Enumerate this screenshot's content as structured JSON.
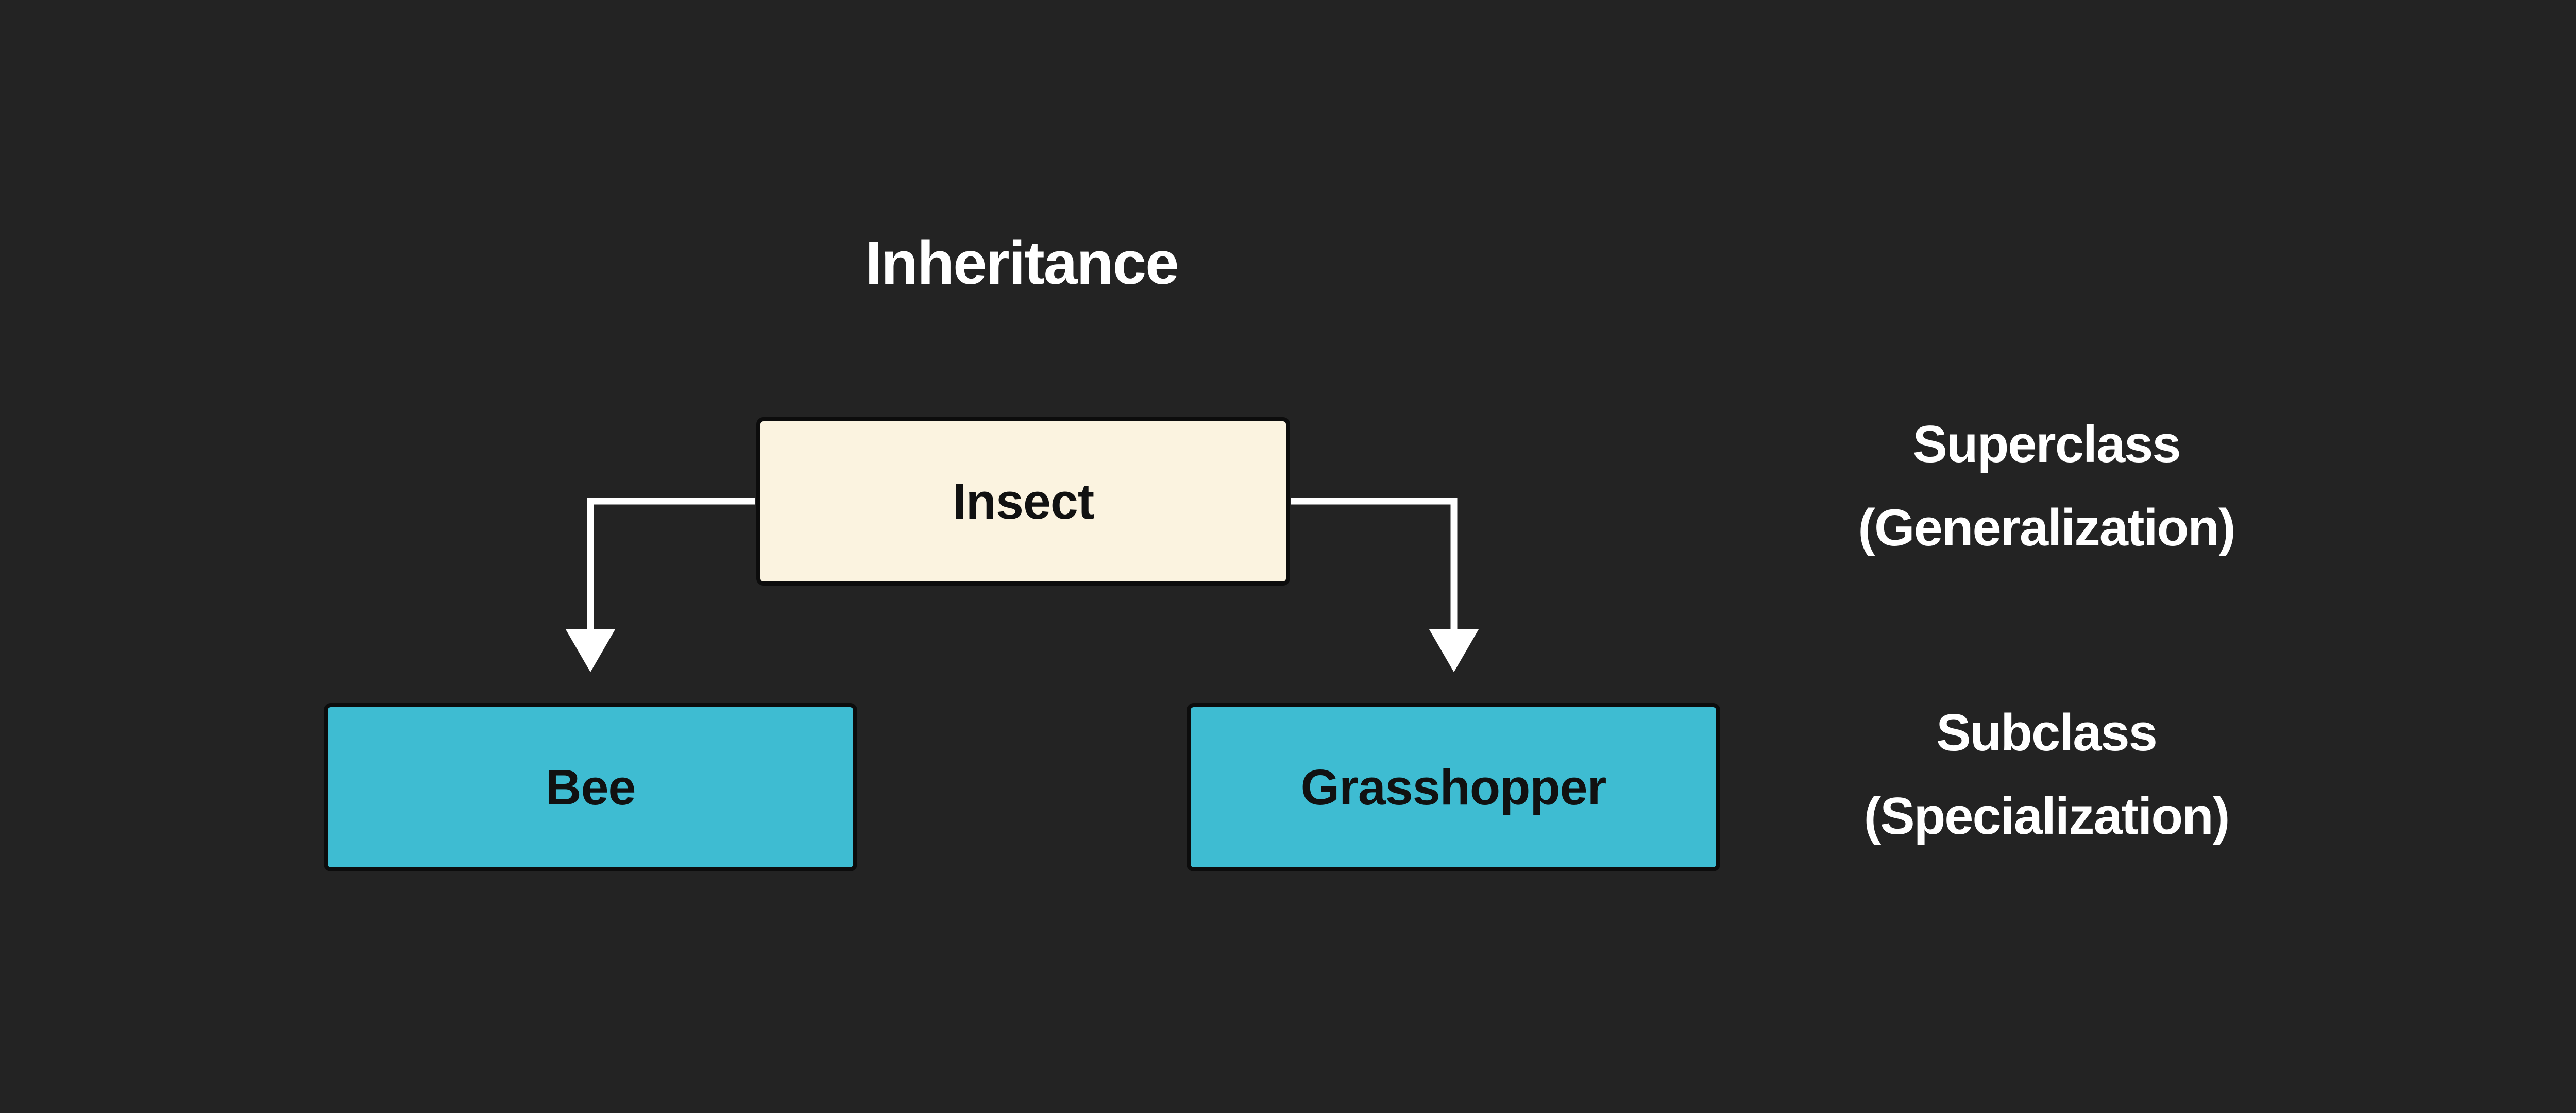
{
  "title": "Inheritance",
  "nodes": {
    "superclass": {
      "label": "Insect"
    },
    "subclass_left": {
      "label": "Bee"
    },
    "subclass_right": {
      "label": "Grasshopper"
    }
  },
  "annotations": {
    "superclass": {
      "line1": "Superclass",
      "line2": "(Generalization)"
    },
    "subclass": {
      "line1": "Subclass",
      "line2": "(Specialization)"
    }
  },
  "colors": {
    "background": "#232323",
    "superclass_fill": "#FBF3E0",
    "subclass_fill": "#3EBCD2",
    "box_border": "#0C0C0C",
    "arrow": "#FFFFFF",
    "text_light": "#FFFFFF",
    "text_dark": "#111111"
  }
}
